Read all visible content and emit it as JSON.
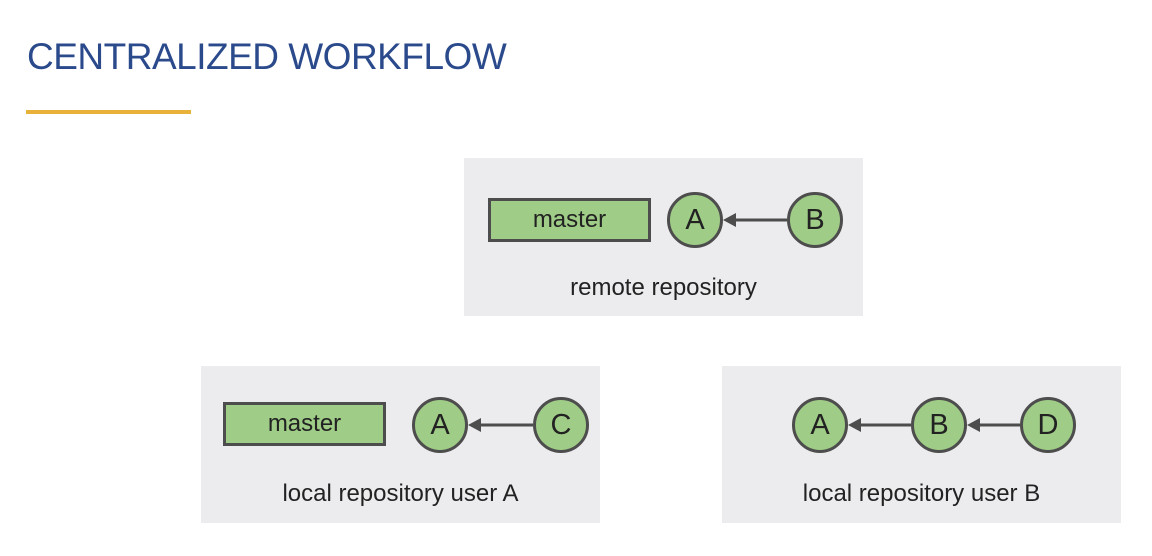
{
  "title": "CENTRALIZED WORKFLOW",
  "repos": {
    "remote": {
      "branch": "master",
      "commits": [
        "A",
        "B"
      ],
      "label": "remote repository"
    },
    "local_a": {
      "branch": "master",
      "commits": [
        "A",
        "C"
      ],
      "label": "local repository user A"
    },
    "local_b": {
      "commits": [
        "A",
        "B",
        "D"
      ],
      "label": "local repository user B"
    }
  },
  "colors": {
    "title": "#2b4a8c",
    "underline": "#e8b23a",
    "panel": "#ececee",
    "node_fill": "#9fcc86",
    "node_stroke": "#4d4d4d"
  }
}
